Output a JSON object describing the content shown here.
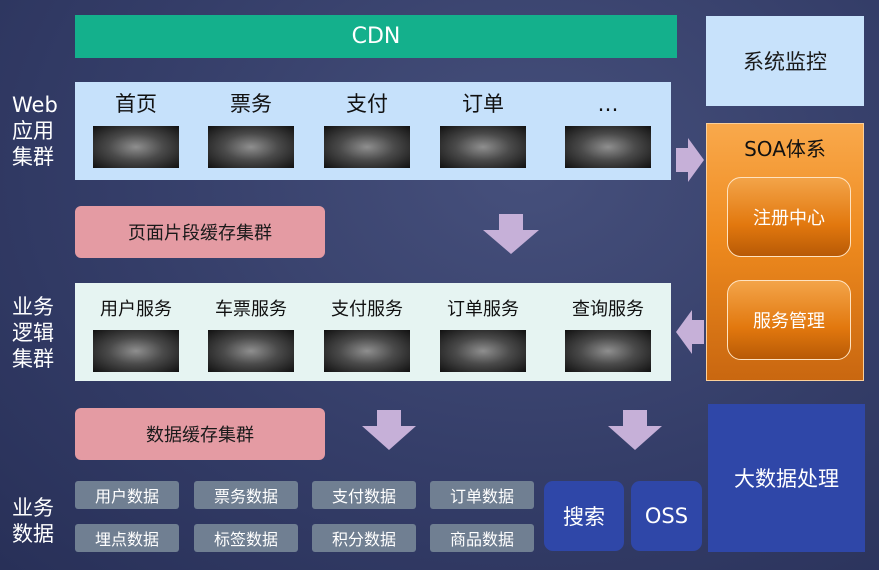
{
  "left_labels": {
    "web": [
      "Web",
      "应用",
      "集群"
    ],
    "logic": [
      "业务",
      "逻辑",
      "集群"
    ],
    "data": [
      "业务",
      "数据"
    ]
  },
  "cdn_label": "CDN",
  "monitor_label": "系统监控",
  "web_cluster": {
    "items": [
      {
        "label": "首页"
      },
      {
        "label": "票务"
      },
      {
        "label": "支付"
      },
      {
        "label": "订单"
      },
      {
        "label": "…"
      }
    ]
  },
  "page_cache_label": "页面片段缓存集群",
  "logic_cluster": {
    "items": [
      {
        "label": "用户服务"
      },
      {
        "label": "车票服务"
      },
      {
        "label": "支付服务"
      },
      {
        "label": "订单服务"
      },
      {
        "label": "查询服务"
      }
    ]
  },
  "data_cache_label": "数据缓存集群",
  "soa": {
    "title": "SOA体系",
    "registry": "注册中心",
    "service_mgmt": "服务管理"
  },
  "big_data_label": "大数据处理",
  "business_data": {
    "row1": [
      "用户数据",
      "票务数据",
      "支付数据",
      "订单数据"
    ],
    "row2": [
      "埋点数据",
      "标签数据",
      "积分数据",
      "商品数据"
    ]
  },
  "search_label": "搜索",
  "oss_label": "OSS",
  "colors": {
    "cdn": "#14b08c",
    "monitor": "#c8e2fb",
    "web_panel": "#c6e1fb",
    "logic_panel": "#e6f4f2",
    "cache_pill": "#e49ba3",
    "soa": "#ee8a1e",
    "big_data": "#2f47a8",
    "data_cell": "#707f92",
    "arrow": "#c6b0d8",
    "background": "#343d68"
  }
}
